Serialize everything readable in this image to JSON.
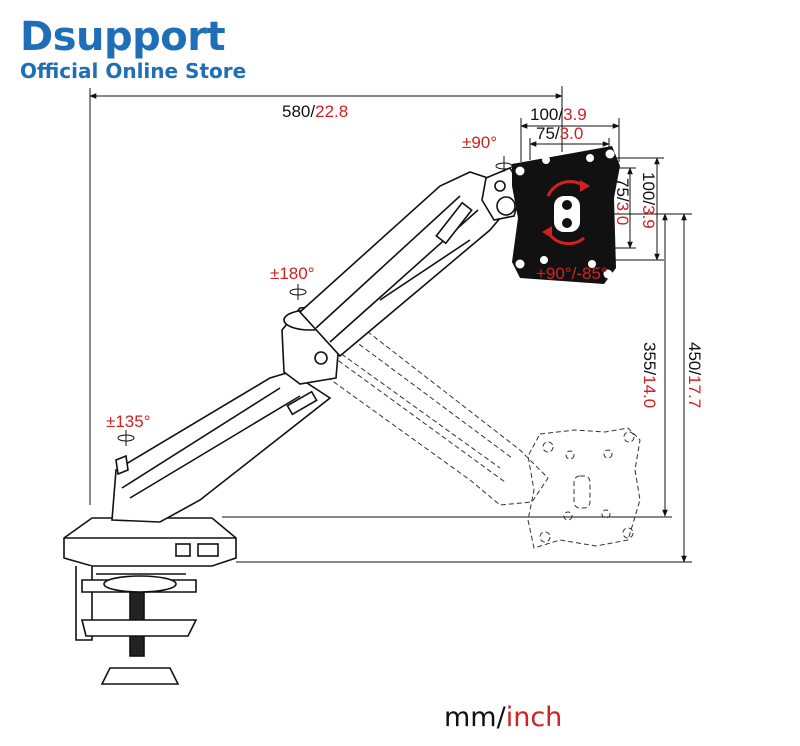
{
  "brand": {
    "name": "Dsupport",
    "subtitle": "Official Online Store",
    "color": "#1f6fb8"
  },
  "colors": {
    "metric": "#111111",
    "imperial": "#d32020",
    "line": "#111111"
  },
  "dimensions": {
    "reach": {
      "mm": "580",
      "sep": "/",
      "inch": "22.8"
    },
    "vesa_large_horizontal": {
      "mm": "100",
      "sep": "/",
      "inch": "3.9"
    },
    "vesa_small_horizontal": {
      "mm": "75",
      "sep": "/",
      "inch": "3.0"
    },
    "vesa_small_vertical": {
      "mm": "75",
      "sep": "/",
      "inch": "3.0"
    },
    "vesa_large_vertical": {
      "mm": "100",
      "sep": "/",
      "inch": "3.9"
    },
    "height_min": {
      "mm": "355",
      "sep": "/",
      "inch": "14.0"
    },
    "height_max": {
      "mm": "450",
      "sep": "/",
      "inch": "17.7"
    }
  },
  "rotations": {
    "monitor_swivel": "±90°",
    "arm_elbow": "±180°",
    "arm_base": "±135°",
    "monitor_tilt": "+90°/-85°"
  },
  "units": {
    "metric": "mm",
    "sep": "/",
    "imperial": "inch"
  }
}
